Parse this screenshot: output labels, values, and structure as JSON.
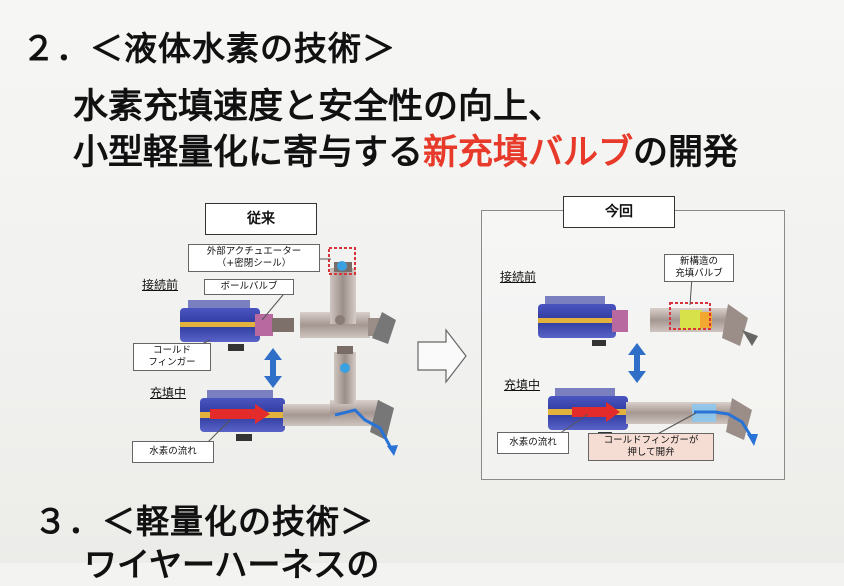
{
  "heading": {
    "section2": "２．＜液体水素の技術＞",
    "line1": "水素充填速度と安全性の向上、",
    "line2_prefix": "小型軽量化に寄与する",
    "line2_highlight": "新充填バルブ",
    "line2_suffix": "の開発",
    "highlight_color": "#e83a2a"
  },
  "conventional": {
    "title": "従来",
    "state_before": "接続前",
    "state_filling": "充填中",
    "callouts": {
      "actuator_l1": "外部アクチュエーター",
      "actuator_l2": "（+密閉シール）",
      "ball_valve": "ボールバルブ",
      "cold_finger_l1": "コールド",
      "cold_finger_l2": "フィンガー",
      "hydrogen_flow": "水素の流れ"
    }
  },
  "new_design": {
    "title": "今回",
    "state_before": "接続前",
    "state_filling": "充填中",
    "callouts": {
      "new_valve_l1": "新構造の",
      "new_valve_l2": "充填バルブ",
      "hydrogen_flow": "水素の流れ",
      "push_open_l1": "コールドフィンガーが",
      "push_open_l2": "押して開弁"
    }
  },
  "next_section": {
    "section3": "３．＜軽量化の技術＞",
    "sub": "ワイヤーハーネスの"
  },
  "colors": {
    "flow_arrow": "#e32b2b",
    "flow_blue": "#2a73d6",
    "highlight_box": "#d8323a",
    "pink_box": "#f6ddd4"
  },
  "icons": [
    "double-arrow-icon",
    "transition-arrow-icon"
  ]
}
